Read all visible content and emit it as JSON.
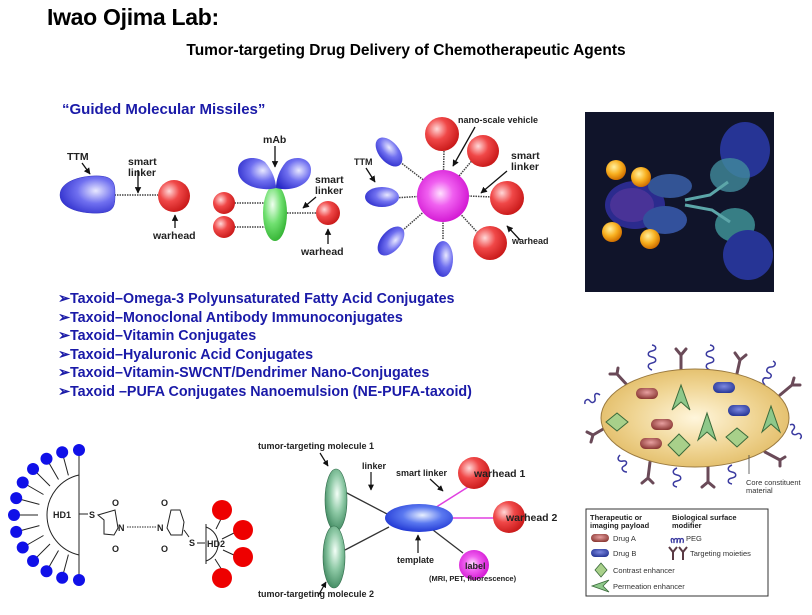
{
  "header": {
    "title": "Iwao Ojima Lab:",
    "subtitle": "Tumor-targeting Drug Delivery of Chemotherapeutic Agents"
  },
  "missiles": {
    "heading": "“Guided Molecular Missiles”",
    "panel1": {
      "ttm": "TTM",
      "smart1": "smart",
      "smart2": "linker",
      "warhead": "warhead"
    },
    "panel2": {
      "mab": "mAb",
      "smart1": "smart",
      "smart2": "linker",
      "warhead": "warhead"
    },
    "panel3": {
      "ttm": "TTM",
      "vehicle": "nano-scale vehicle",
      "smart1": "smart",
      "smart2": "linker",
      "warhead": "warhead"
    }
  },
  "bullets": {
    "marker": "➢",
    "items": [
      "Taxoid–Omega-3 Polyunsaturated Fatty Acid Conjugates",
      "Taxoid–Monoclonal Antibody Immunoconjugates",
      "Taxoid–Vitamin Conjugates",
      "Taxoid–Hyaluronic Acid Conjugates",
      "Taxoid–Vitamin-SWCNT/Dendrimer Nano-Conjugates",
      "Taxoid –PUFA Conjugates Nanoemulsion (NE-PUFA-taxoid)"
    ]
  },
  "dendrimer": {
    "hd1": "HD1",
    "hd2": "HD2",
    "s": "S",
    "n": "N",
    "o": "O"
  },
  "template_diagram": {
    "ttm1": "tumor-targeting molecule 1",
    "ttm2": "tumor-targeting molecule 2",
    "linker": "linker",
    "smart_linker": "smart linker",
    "warhead1": "warhead 1",
    "warhead2": "warhead 2",
    "template": "template",
    "label": "label",
    "label_note": "(MRI, PET, fluorescence)"
  },
  "nanoparticle": {
    "core_label_1": "Core constituent",
    "core_label_2": "material",
    "legend": {
      "payload_heading_1": "Therapeutic or",
      "payload_heading_2": "imaging payload",
      "modifier_heading_1": "Biological surface",
      "modifier_heading_2": "modifier",
      "drug_a": "Drug A",
      "drug_b": "Drug B",
      "contrast": "Contrast enhancer",
      "permeation": "Permeation enhancer",
      "peg": "PEG",
      "targeting": "Targeting moieties"
    }
  },
  "colors": {
    "heading_blue": "#1a1aa8",
    "warhead_red": "#e83030",
    "ttm_blue": "#4a4ae0",
    "vehicle_magenta": "#ee22ee",
    "dendrimer_blue": "#1010e8",
    "dendrimer_red": "#ee0000",
    "ttm_green": "#3f9a6a",
    "core_yellow": "#e8c878",
    "photo_bg": "#10142a"
  }
}
